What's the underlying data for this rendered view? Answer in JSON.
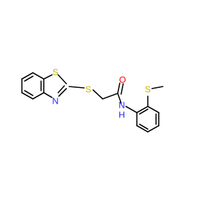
{
  "molecule": {
    "atom_labels": {
      "s_ring": "S",
      "n_ring": "N",
      "s_linker": "S",
      "oxygen": "O",
      "amide_n": "N",
      "amide_h": "H",
      "s_methyl": "S"
    },
    "colors": {
      "sulfur": "#c8b400",
      "nitrogen": "#1f1fff",
      "oxygen": "#ff0000",
      "bond": "#000000"
    }
  }
}
